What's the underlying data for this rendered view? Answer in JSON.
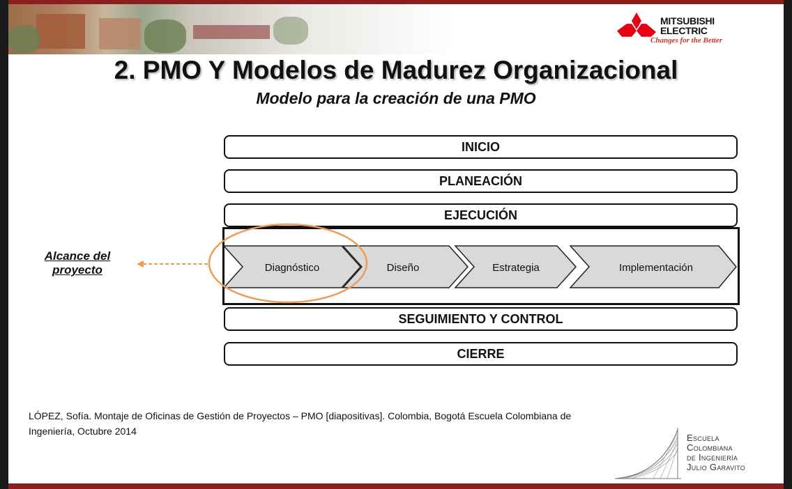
{
  "header": {
    "title": "2. PMO Y Modelos de Madurez Organizacional",
    "subtitle": "Modelo para la creación de una PMO"
  },
  "logo": {
    "brand_line1": "MITSUBISHI",
    "brand_line2": "ELECTRIC",
    "tagline": "Changes for the Better",
    "mark_color": "#e60012"
  },
  "phases": {
    "inicio": "INICIO",
    "planeacion": "PLANEACIÓN",
    "ejecucion": "EJECUCIÓN",
    "seguimiento": "SEGUIMIENTO Y CONTROL",
    "cierre": "CIERRE"
  },
  "execution_steps": [
    "Diagnóstico",
    "Diseño",
    "Estrategia",
    "Implementación"
  ],
  "annotation": {
    "line1": "Alcance del",
    "line2": "proyecto",
    "highlight_color": "#ef9a55"
  },
  "citation": {
    "line1": "LÓPEZ, Sofía. Montaje de Oficinas de Gestión de Proyectos – PMO [diapositivas]. Colombia, Bogotá  Escuela Colombiana de",
    "line2": "Ingeniería, Octubre 2014"
  },
  "escuela": {
    "line1": "Escuela",
    "line2": "Colombiana",
    "line3": "de Ingeniería",
    "line4": "Julio Garavito"
  },
  "colors": {
    "frame_bar": "#8a1f1f",
    "chevron_fill": "#d9d9d9"
  }
}
